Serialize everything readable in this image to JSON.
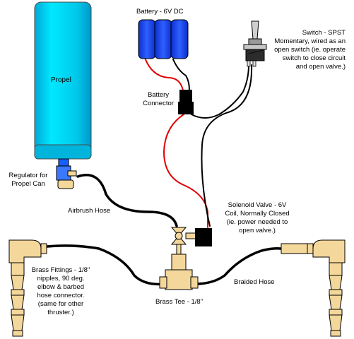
{
  "labels": {
    "battery": "Battery - 6V DC",
    "battery_connector_l1": "Battery",
    "battery_connector_l2": "Connector",
    "switch_l1": "Switch - SPST",
    "switch_l2": "Momentary, wired as an",
    "switch_l3": "open switch (ie. operate",
    "switch_l4": "switch to close circuit",
    "switch_l5": "and open valve.)",
    "propel": "Propel",
    "regulator_l1": "Regulator for",
    "regulator_l2": "Propel Can",
    "airbrush_hose": "Airbrush Hose",
    "solenoid_l1": "Solenoid Valve - 6V",
    "solenoid_l2": "Coil, Normally Closed",
    "solenoid_l3": "(ie. power needed to",
    "solenoid_l4": "open valve.)",
    "fittings_l1": "Brass Fittings - 1/8\"",
    "fittings_l2": "nipples, 90 deg.",
    "fittings_l3": "elbow & barbed",
    "fittings_l4": "hose connector.",
    "fittings_l5": "(same for other",
    "fittings_l6": "thruster.)",
    "braided_hose": "Braided Hose",
    "brass_tee": "Brass Tee - 1/8\""
  },
  "colors": {
    "can_fill": "#00c8e8",
    "battery_fill": "#1a46e6",
    "brass_fill": "#f4d79a",
    "wire_red": "#e00000",
    "wire_black": "#000000"
  }
}
